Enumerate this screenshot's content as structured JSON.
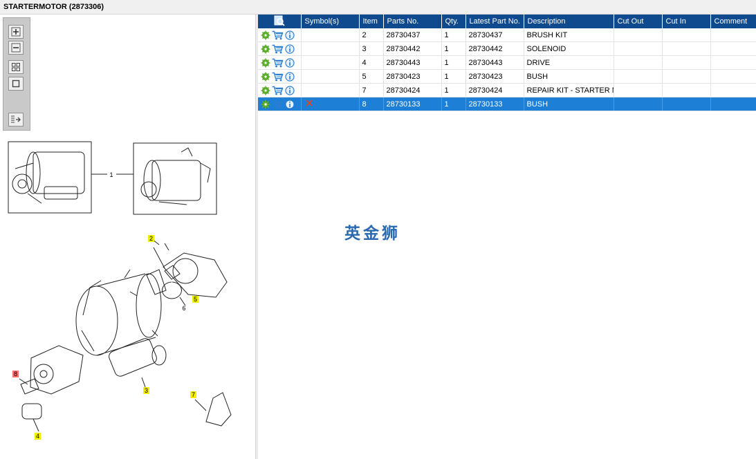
{
  "window": {
    "title": "STARTERMOTOR (2873306)"
  },
  "toolbar": {
    "buttons": [
      {
        "name": "zoom-in",
        "icon": "zoom-in-icon"
      },
      {
        "name": "zoom-out",
        "icon": "zoom-out-icon"
      },
      {
        "name": "fit-all",
        "icon": "fit-all-icon"
      },
      {
        "name": "actual-size",
        "icon": "actual-size-icon"
      },
      {
        "name": "export",
        "icon": "export-list-icon"
      }
    ]
  },
  "diagram": {
    "callouts": [
      "1",
      "2",
      "3",
      "4",
      "5",
      "6",
      "7",
      "8"
    ],
    "highlight_color": "#f2ee00",
    "selected_color": "#ff6f6f"
  },
  "table": {
    "headers": {
      "symbols": "Symbol(s)",
      "item": "Item",
      "parts_no": "Parts No.",
      "qty": "Qty.",
      "latest": "Latest Part No.",
      "description": "Description",
      "cut_out": "Cut Out",
      "cut_in": "Cut In",
      "comment": "Comment"
    },
    "rows": [
      {
        "item": "2",
        "parts_no": "28730437",
        "qty": "1",
        "latest": "28730437",
        "description": "BRUSH KIT",
        "cut_out": "",
        "cut_in": "",
        "comment": ""
      },
      {
        "item": "3",
        "parts_no": "28730442",
        "qty": "1",
        "latest": "28730442",
        "description": "SOLENOID",
        "cut_out": "",
        "cut_in": "",
        "comment": ""
      },
      {
        "item": "4",
        "parts_no": "28730443",
        "qty": "1",
        "latest": "28730443",
        "description": "DRIVE",
        "cut_out": "",
        "cut_in": "",
        "comment": ""
      },
      {
        "item": "5",
        "parts_no": "28730423",
        "qty": "1",
        "latest": "28730423",
        "description": "BUSH",
        "cut_out": "",
        "cut_in": "",
        "comment": ""
      },
      {
        "item": "7",
        "parts_no": "28730424",
        "qty": "1",
        "latest": "28730424",
        "description": "REPAIR KIT - STARTER MOTOR",
        "cut_out": "",
        "cut_in": "",
        "comment": ""
      },
      {
        "item": "8",
        "parts_no": "28730133",
        "qty": "1",
        "latest": "28730133",
        "description": "BUSH",
        "cut_out": "",
        "cut_in": "",
        "comment": "",
        "selected": true
      }
    ]
  },
  "watermark": "英金狮",
  "colors": {
    "header": "#0f4a8e",
    "selection": "#1e7fd6",
    "gear": "#5fb32e",
    "cart": "#2a7fd0",
    "info": "#2a7fd0",
    "cross": "#e0452a"
  }
}
